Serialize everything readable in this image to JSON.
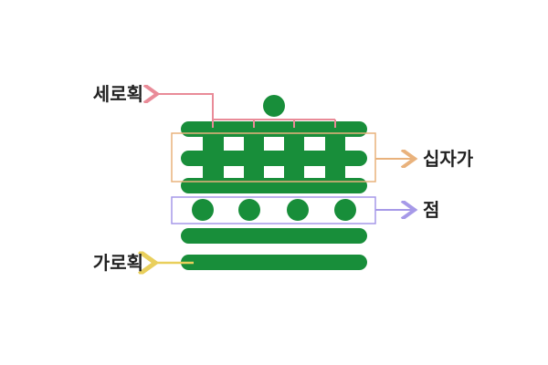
{
  "labels": {
    "vertical_stroke": "세로획",
    "cross": "십자가",
    "dot": "점",
    "horizontal_stroke": "가로획"
  },
  "colors": {
    "shape": "#188e3a",
    "vertical_stroke": "#e98b98",
    "cross": "#e9b27c",
    "dot": "#a699e8",
    "horizontal_stroke": "#e9cf5c"
  }
}
